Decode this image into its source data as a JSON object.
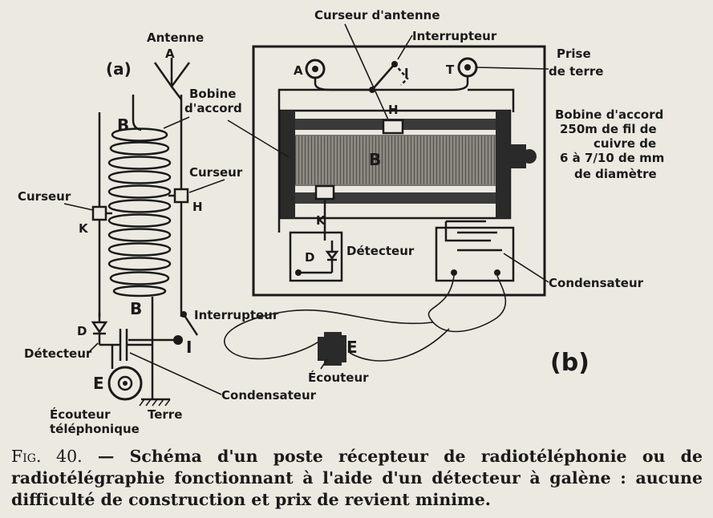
{
  "diagram_a": {
    "panel_label": "(a)",
    "antenna_label": "Antenne",
    "antenna_letter": "A",
    "coil_label_line1": "Bobine",
    "coil_label_line2": "d'accord",
    "coil_letter_top": "B",
    "coil_letter_bottom": "B",
    "slider_left_label": "Curseur",
    "slider_left_letter": "K",
    "slider_right_label": "Curseur",
    "slider_right_letter": "H",
    "switch_label": "Interrupteur",
    "switch_letter": "I",
    "detector_letter": "D",
    "detector_label": "Détecteur",
    "earphone_letter": "E",
    "earphone_label_line1": "Écouteur",
    "earphone_label_line2": "téléphonique",
    "ground_label": "Terre",
    "capacitor_label": "Condensateur"
  },
  "diagram_b": {
    "panel_label": "(b)",
    "antenna_slider_label": "Curseur d'antenne",
    "switch_label": "Interrupteur",
    "switch_letter": "I",
    "antenna_terminal_letter": "A",
    "ground_terminal_letter": "T",
    "ground_label_line1": "Prise",
    "ground_label_line2": "de terre",
    "slider_top_letter": "H",
    "coil_letter": "B",
    "coil_desc_line1": "Bobine d'accord",
    "coil_desc_line2": "250m de fil de",
    "coil_desc_line3": "cuivre de",
    "coil_desc_line4": "6 à 7/10 de mm",
    "coil_desc_line5": "de diamètre",
    "slider_bottom_letter": "K",
    "detector_letter": "D",
    "detector_label": "Détecteur",
    "capacitor_label": "Condensateur",
    "earphone_letter": "E",
    "earphone_label": "Écouteur"
  },
  "caption": {
    "figure_number": "Fig. 40.",
    "text": " — Schéma d'un poste récepteur de radiotéléphonie ou de radiotélégraphie fonctionnant à l'aide d'un détecteur à galène : aucune difficulté de construction et prix de revient minime."
  }
}
